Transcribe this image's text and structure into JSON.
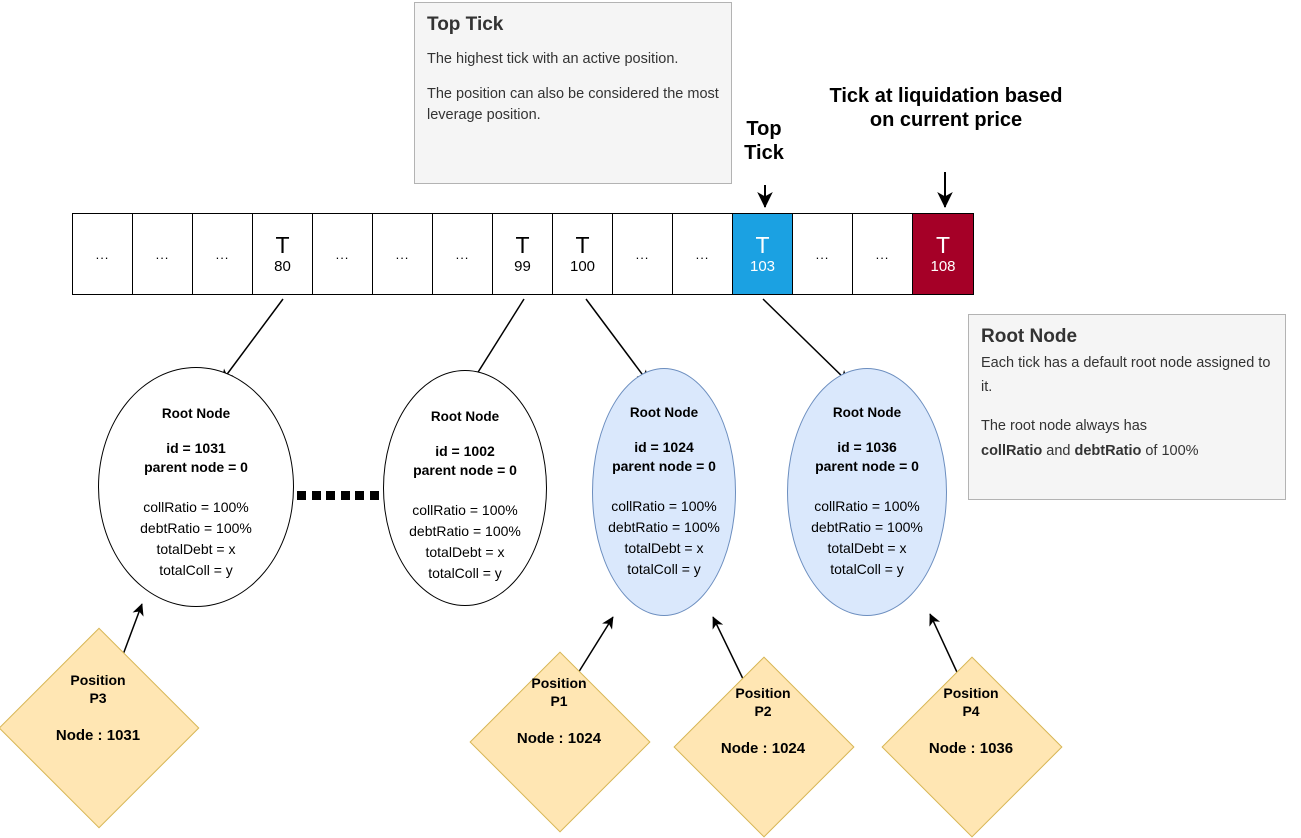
{
  "notes": {
    "top_tick": {
      "title": "Top Tick",
      "paragraph1": "The highest tick with an active position.",
      "paragraph2": "The position can also be considered the most leverage position."
    },
    "root_node": {
      "title": "Root Node",
      "paragraph1": "Each tick has a default root node assigned to it.",
      "paragraph2_prefix": "The root node always has",
      "paragraph2_bold1": "collRatio",
      "paragraph2_mid": " and ",
      "paragraph2_bold2": "debtRatio",
      "paragraph2_suffix": " of 100%"
    }
  },
  "bar_labels": {
    "top_tick": "Top\nTick",
    "liquidation": "Tick at liquidation based on current price"
  },
  "tickbar": {
    "ellipsis": "...",
    "letter": "T",
    "cells": [
      {
        "type": "ellipsis",
        "label": "...",
        "num": "",
        "color": "white"
      },
      {
        "type": "ellipsis",
        "label": "...",
        "num": "",
        "color": "white"
      },
      {
        "type": "ellipsis",
        "label": "...",
        "num": "",
        "color": "white"
      },
      {
        "type": "tick",
        "label": "T",
        "num": "80",
        "color": "white"
      },
      {
        "type": "ellipsis",
        "label": "...",
        "num": "",
        "color": "white"
      },
      {
        "type": "ellipsis",
        "label": "...",
        "num": "",
        "color": "white"
      },
      {
        "type": "ellipsis",
        "label": "...",
        "num": "",
        "color": "white"
      },
      {
        "type": "tick",
        "label": "T",
        "num": "99",
        "color": "white"
      },
      {
        "type": "tick",
        "label": "T",
        "num": "100",
        "color": "white"
      },
      {
        "type": "ellipsis",
        "label": "...",
        "num": "",
        "color": "white"
      },
      {
        "type": "ellipsis",
        "label": "...",
        "num": "",
        "color": "white"
      },
      {
        "type": "tick",
        "label": "T",
        "num": "103",
        "color": "blue"
      },
      {
        "type": "ellipsis",
        "label": "...",
        "num": "",
        "color": "white"
      },
      {
        "type": "ellipsis",
        "label": "...",
        "num": "",
        "color": "white"
      },
      {
        "type": "tick",
        "label": "T",
        "num": "108",
        "color": "red"
      }
    ]
  },
  "nodes": [
    {
      "title": "Root Node",
      "id": "id = 1031",
      "parent": "parent node = 0",
      "collRatio": "collRatio = 100%",
      "debtRatio": "debtRatio = 100%",
      "totalDebt": "totalDebt = x",
      "totalColl": "totalColl = y",
      "highlight": "white"
    },
    {
      "title": "Root Node",
      "id": "id = 1002",
      "parent": "parent node = 0",
      "collRatio": "collRatio = 100%",
      "debtRatio": "debtRatio = 100%",
      "totalDebt": "totalDebt = x",
      "totalColl": "totalColl = y",
      "highlight": "white"
    },
    {
      "title": "Root Node",
      "id": "id = 1024",
      "parent": "parent node = 0",
      "collRatio": "collRatio = 100%",
      "debtRatio": "debtRatio = 100%",
      "totalDebt": "totalDebt = x",
      "totalColl": "totalColl = y",
      "highlight": "blue"
    },
    {
      "title": "Root Node",
      "id": "id = 1036",
      "parent": "parent node = 0",
      "collRatio": "collRatio = 100%",
      "debtRatio": "debtRatio = 100%",
      "totalDebt": "totalDebt = x",
      "totalColl": "totalColl = y",
      "highlight": "blue"
    }
  ],
  "positions": [
    {
      "name": "Position",
      "id": "P3",
      "node": "Node : 1031"
    },
    {
      "name": "Position",
      "id": "P1",
      "node": "Node : 1024"
    },
    {
      "name": "Position",
      "id": "P2",
      "node": "Node : 1024"
    },
    {
      "name": "Position",
      "id": "P4",
      "node": "Node : 1036"
    }
  ],
  "colors": {
    "tick_top": "#1BA1E2",
    "tick_liquidation": "#A50027",
    "node_highlight": "#DAE8FC",
    "node_highlight_border": "#6c8ebf",
    "position_fill": "#FFE6B3",
    "position_border": "#d6b656",
    "note_bg": "#f5f5f5",
    "note_border": "#b3b3b3"
  }
}
